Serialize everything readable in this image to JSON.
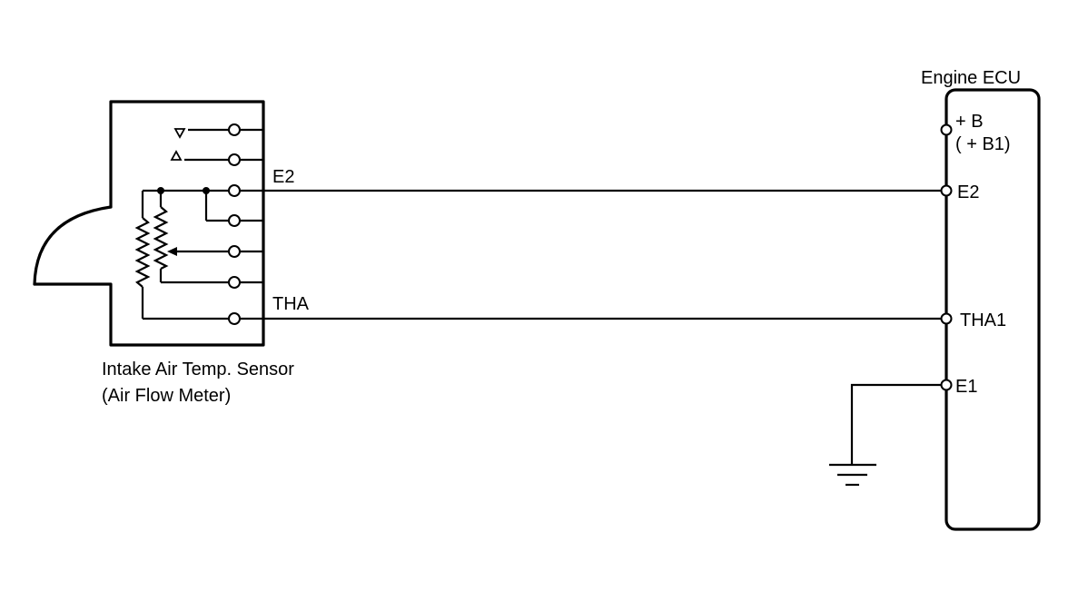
{
  "sensor": {
    "name_line1": "Intake Air Temp. Sensor",
    "name_line2": "(Air Flow Meter)",
    "pin_e2": "E2",
    "pin_tha": "THA"
  },
  "ecu": {
    "title": "Engine ECU",
    "pin_b_line1": "+ B",
    "pin_b_line2": "( + B1)",
    "pin_e2": "E2",
    "pin_tha1": "THA1",
    "pin_e1": "E1"
  }
}
